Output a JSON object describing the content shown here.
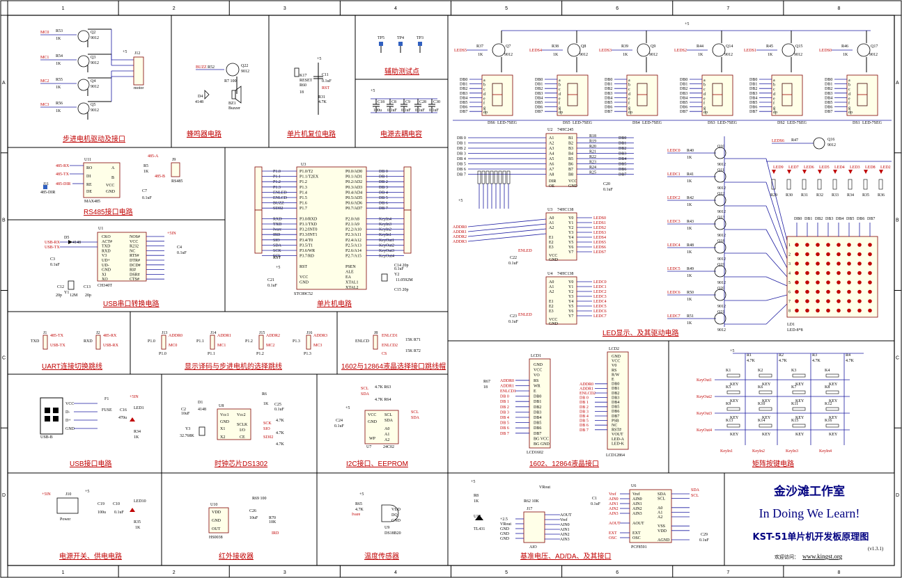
{
  "frame": {
    "col_labels": [
      "1",
      "2",
      "3",
      "4",
      "5",
      "6",
      "7",
      "8"
    ],
    "row_labels": [
      "A",
      "B",
      "C",
      "D"
    ]
  },
  "sections": {
    "stepper": "步进电机驱动及接口",
    "buzzer": "蜂鸣器电路",
    "reset": "单片机复位电路",
    "testpoints": "辅助测试点",
    "decoupling": "电源去耦电容",
    "led_driver": "LED显示、及其驱动电路",
    "rs485": "RS485接口电路",
    "mcu": "单片机电路",
    "usb_serial": "USB串口转换电路",
    "uart_jumper": "UART连接切换跳线",
    "decode_jumper": "显示译码与步进电机的选择跳线",
    "lcd_jumper": "1602与12864液晶选择接口跳线帽",
    "usb_if": "USB接口电路",
    "rtc": "时钟芯片DS1302",
    "i2c": "I2C接口、EEPROM",
    "lcd_if": "1602、12864液晶接口",
    "keys": "矩阵按键电路",
    "power": "电源开关、供电电路",
    "ir": "红外接收器",
    "temp": "温度传感器",
    "adda": "基准电压、AD/DA、及其接口"
  },
  "title_block": {
    "studio": "金沙滩工作室",
    "motto": "In Doing We Learn!",
    "board": "KST-51单片机开发板原理图",
    "version": "(v1.3.1)",
    "visit": "欢迎访问：",
    "url": "www.kingst.org"
  },
  "parts": {
    "mcu": {
      "ref": "U3",
      "name": "STC89C52"
    },
    "buffer": {
      "ref": "U2",
      "name": "74HC245"
    },
    "dec1": {
      "ref": "U3",
      "name": "74HC138"
    },
    "dec2": {
      "ref": "U4",
      "name": "74HC138"
    },
    "rs485": {
      "ref": "U11",
      "name": "MAX485"
    },
    "usbuart": {
      "ref": "U1",
      "name": "CH340T"
    },
    "rtc": {
      "ref": "U8",
      "name": "DS1302"
    },
    "eeprom": {
      "ref": "U7",
      "name": "24C02"
    },
    "lcd1602": {
      "ref": "LCD1",
      "name": "LCD1602"
    },
    "lcd12864": {
      "ref": "LCD2",
      "name": "LCD12864"
    },
    "ir": {
      "ref": "U10",
      "name": "HS0038"
    },
    "temp": {
      "ref": "U9",
      "name": "DS18B20"
    },
    "adc": {
      "ref": "U6",
      "name": "PCF8591"
    },
    "ref": {
      "ref": "U12",
      "name": "TL431"
    },
    "matrix": {
      "ref": "LD1",
      "name": "LED-8*8"
    },
    "xtal": {
      "ref": "Y2",
      "name": "11.0592M"
    },
    "xtal_rtc": {
      "ref": "Y3",
      "name": "32.768K"
    },
    "crystal_usb": {
      "ref": "Y1",
      "name": "12M"
    }
  },
  "mcu_pins_left": [
    "P1.0/T2",
    "P1.1/T2EX",
    "P1.2",
    "P1.3",
    "P1.4",
    "P1.5",
    "P1.6",
    "P1.7",
    "",
    "P3.0/RXD",
    "P3.1/TXD",
    "P3.2/INT0",
    "P3.3/INT1",
    "P3.4/T0",
    "P3.5/T1",
    "P3.6/WR",
    "P3.7/RD",
    "",
    "RST",
    "",
    "VCC",
    "GND"
  ],
  "mcu_pins_right": [
    "P0.0/AD0",
    "P0.1/AD1",
    "P0.2/AD2",
    "P0.3/AD3",
    "P0.4/AD4",
    "P0.5/AD5",
    "P0.6/AD6",
    "P0.7/AD7",
    "",
    "P2.0/A8",
    "P2.1/A9",
    "P2.2/A10",
    "P2.3/A11",
    "P2.4/A12",
    "P2.5/A13",
    "P2.6/A14",
    "P2.7/A15",
    "",
    "PSEN",
    "ALE",
    "EA",
    "XTAL1",
    "XTAL2"
  ],
  "mcu_nets_left": [
    "P1.0",
    "P1.1",
    "P1.2",
    "P1.3",
    "ENLED",
    "ENLCD",
    "BUZZ",
    "SI302",
    "",
    "RXD",
    "TXD",
    "Ivare",
    "IRD",
    "SIO",
    "SDA",
    "SCK",
    "SCL"
  ],
  "mcu_nets_right": [
    "DB 0",
    "DB 1",
    "DB 2",
    "DB 3",
    "DB 4",
    "DB 5",
    "DB 6",
    "DB 7",
    "",
    "KeyIn4",
    "KeyIn3",
    "KeyIn2",
    "KeyIn1",
    "KeyOut1",
    "KeyOut2",
    "KeyOut3",
    "KeyOut4"
  ],
  "led_refs": [
    "DS6",
    "DS5",
    "DS4",
    "DS3",
    "DS2",
    "DS1"
  ],
  "led_nets": [
    "LEDS5",
    "LEDS4",
    "LEDS3",
    "LEDS2",
    "LEDS1",
    "LEDS0"
  ],
  "led_q": [
    "Q7",
    "Q8",
    "Q9",
    "Q14",
    "Q15",
    "Q17"
  ],
  "led_r": [
    "R37",
    "R38",
    "R39",
    "R44",
    "R45",
    "R46"
  ],
  "seg_part": "LED-7SEG",
  "ledc_nets": [
    "LEDC0",
    "LEDC1",
    "LEDC2",
    "LEDC3",
    "LEDC4",
    "LEDC5",
    "LEDC6",
    "LEDC7"
  ],
  "ledc_q": [
    "Q10",
    "Q11",
    "Q12",
    "Q13",
    "Q18",
    "Q19",
    "Q20",
    "Q21"
  ],
  "ledc_r": [
    "R40",
    "R41",
    "R42",
    "R43",
    "R48",
    "R49",
    "R50",
    "R51"
  ],
  "single_leds": [
    "LED9",
    "LED7",
    "LED6",
    "LED5",
    "LED4",
    "LED3",
    "LED8",
    "LED2"
  ],
  "db": [
    "DB0",
    "DB1",
    "DB2",
    "DB3",
    "DB4",
    "DB5",
    "DB6",
    "DB7"
  ],
  "key_refs": [
    "K1",
    "K2",
    "K3",
    "K4",
    "K5",
    "K6",
    "K7",
    "K8",
    "K9",
    "K10",
    "K11",
    "K12",
    "K13",
    "K14",
    "K15",
    "K16"
  ],
  "key_out": [
    "KeyOut1",
    "KeyOut2",
    "KeyOut3",
    "KeyOut4"
  ],
  "key_in": [
    "KeyIn1",
    "KeyIn2",
    "KeyIn3",
    "KeyIn4"
  ],
  "key_r": [
    "R1",
    "R2",
    "R3",
    "R4"
  ],
  "key_val": "KEY",
  "res_4k7": "4.7K",
  "labels": {
    "motor": "motor",
    "mc": [
      "MC0",
      "MC1",
      "MC2",
      "MC3"
    ],
    "mc_r": [
      "R53",
      "R54",
      "R55",
      "R56"
    ],
    "mc_q": [
      "Q2",
      "Q3",
      "Q4",
      "Q5"
    ],
    "q9012": "9012",
    "r1k": "1K",
    "buzz_net": "BUZZ",
    "buzzer": "Buzzer",
    "reset": "RESET",
    "rst": "RST",
    "cap_01": "0.1uF",
    "tp": [
      "TP5",
      "TP4",
      "TP3"
    ],
    "addr": [
      "ADDR0",
      "ADDR1",
      "ADDR2",
      "ADDR3"
    ],
    "enled": "ENLED",
    "uart": [
      "TXD",
      "485-TX",
      "USB-TX",
      "RXD",
      "485-RX",
      "USB-RX"
    ],
    "j_p1": [
      "P1.0",
      "P1.1",
      "P1.2",
      "P1.3"
    ],
    "j_addr_mc": [
      "ADDR0",
      "ADDR1",
      "ADDR2",
      "ADDR3",
      "MC0",
      "MC1",
      "MC2",
      "MC3"
    ],
    "enlcd": [
      "ENLCD",
      "ENLCD1",
      "ENLCD2",
      "CS"
    ],
    "vcc": "+5",
    "usb_pins": [
      "VCC",
      "D-",
      "D+",
      "GND"
    ],
    "fuse": "FUSE",
    "sck": "SCK",
    "sio": "SIO",
    "sda": "SDA",
    "scl": "SCL",
    "ird": "IRD",
    "ivare": "Ivare",
    "power": "Power",
    "aio": "AIO",
    "tl431": "TL431",
    "vrout": "VRout"
  }
}
